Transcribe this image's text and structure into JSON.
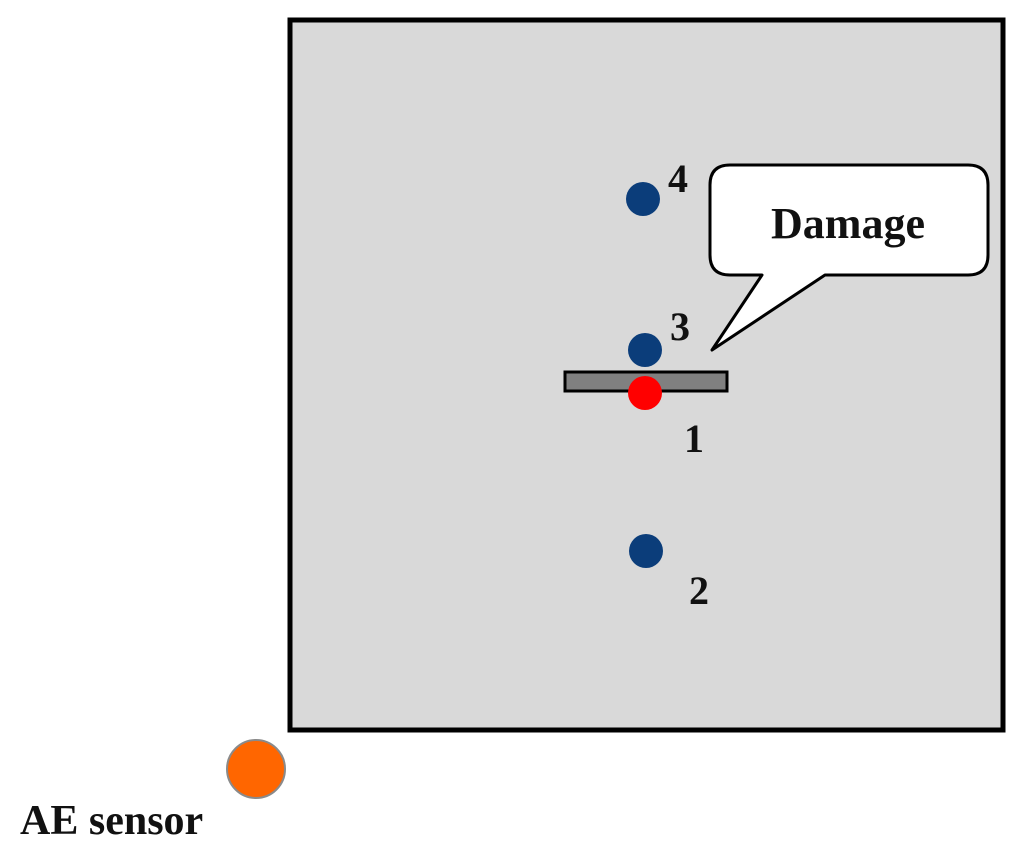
{
  "diagram": {
    "damage_label": "Damage",
    "sensor_label": "AE sensor",
    "points": [
      {
        "id": "1",
        "label": "1",
        "color": "#ff0000",
        "role": "source"
      },
      {
        "id": "2",
        "label": "2",
        "color": "#0b3d7a",
        "role": "point"
      },
      {
        "id": "3",
        "label": "3",
        "color": "#0b3d7a",
        "role": "point"
      },
      {
        "id": "4",
        "label": "4",
        "color": "#0b3d7a",
        "role": "point"
      }
    ],
    "colors": {
      "plate_fill": "#d9d9d9",
      "plate_border": "#000000",
      "damage_bar": "#808080",
      "sensor": "#ff6600",
      "sensor_border": "#8a8a8a",
      "point_blue": "#0b3d7a",
      "point_red": "#ff0000"
    }
  }
}
